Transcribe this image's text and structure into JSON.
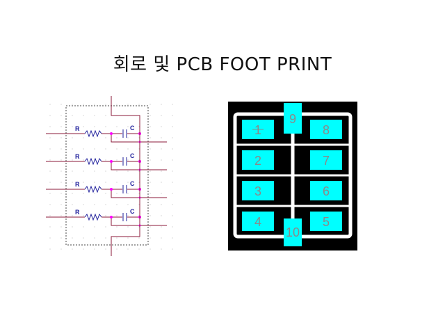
{
  "title": "회로 및 PCB FOOT PRINT",
  "schematic": {
    "resistor_label": "R",
    "capacitor_label": "C",
    "rows": 4,
    "colors": {
      "wire": "#8b1a3a",
      "node": "#ff00ff",
      "component": "#1c1c9a",
      "border": "#444444",
      "grid": "#bbbbbb"
    }
  },
  "footprint": {
    "pads": [
      {
        "num": "1",
        "col": "left",
        "row": 0,
        "marker": "cross"
      },
      {
        "num": "2",
        "col": "left",
        "row": 1
      },
      {
        "num": "3",
        "col": "left",
        "row": 2
      },
      {
        "num": "4",
        "col": "left",
        "row": 3
      },
      {
        "num": "5",
        "col": "right",
        "row": 3
      },
      {
        "num": "6",
        "col": "right",
        "row": 2
      },
      {
        "num": "7",
        "col": "right",
        "row": 1
      },
      {
        "num": "8",
        "col": "right",
        "row": 0
      }
    ],
    "top_pad": "9",
    "bottom_pad": "10",
    "colors": {
      "board": "#000000",
      "outline": "#ffffff",
      "pad": "#00ffff"
    }
  }
}
